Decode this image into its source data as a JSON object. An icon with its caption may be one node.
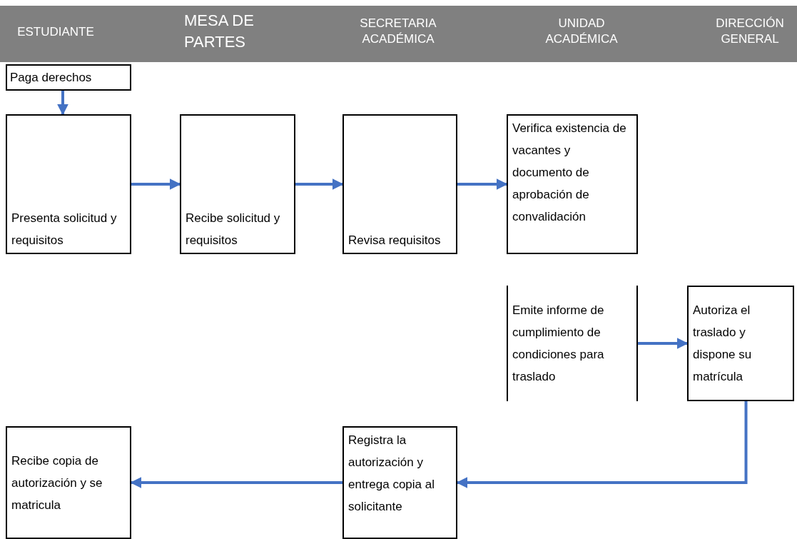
{
  "diagram": {
    "nodes": [
      {
        "text": [
          "Paga derechos"
        ]
      },
      {
        "text": [
          "Presenta solicitud y requisitos"
        ]
      },
      {
        "text": [
          "Recibe solicitud y requisitos"
        ]
      },
      {
        "text": [
          "Revisa requisitos"
        ]
      },
      {
        "text": [
          "Verifica existencia de vacantes y documento de aprobación de convalidación"
        ]
      },
      {
        "text": [
          "Emite informe de cumplimiento de condiciones para traslado"
        ]
      },
      {
        "text": [
          "Autoriza el traslado y dispone su matrícula"
        ]
      },
      {
        "text": [
          "Registra la autorización y entrega copia al solicitante"
        ]
      },
      {
        "text": [
          "Recibe copia de autorización y se matricula"
        ]
      }
    ],
    "edges": [
      {
        "from": 0,
        "to": 1,
        "arrow": "to"
      },
      {
        "from": 1,
        "to": 2,
        "arrow": "to"
      },
      {
        "from": 2,
        "to": 3,
        "arrow": "to"
      },
      {
        "from": 3,
        "to": 4,
        "arrow": "to"
      },
      {
        "from": 5,
        "to": 6,
        "arrow": "to"
      },
      {
        "from": 6,
        "to": 7,
        "arrow": "to"
      },
      {
        "from": 7,
        "to": 8,
        "arrow": "to"
      }
    ],
    "labels": [
      "ESTUDIANTE",
      "MESA DE PARTES",
      "SECRETARIA ACADÉMICA",
      "UNIDAD ACADÉMICA",
      "DIRECCIÓN GENERAL"
    ]
  }
}
